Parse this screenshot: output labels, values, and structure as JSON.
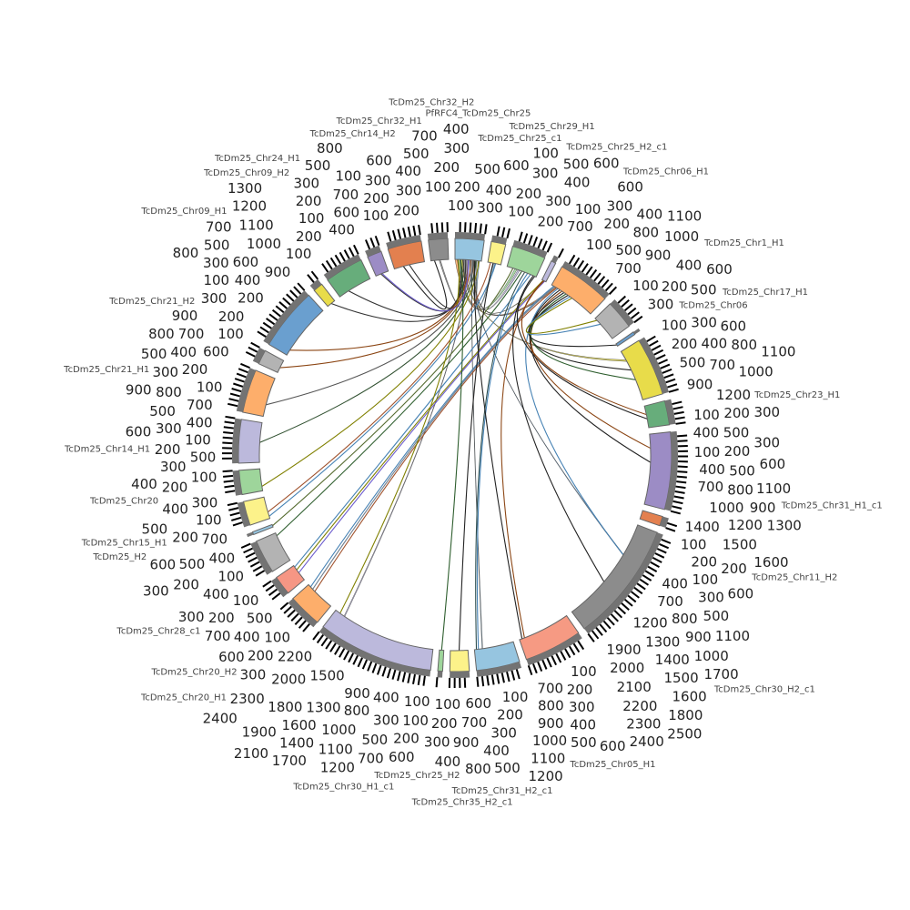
{
  "title": "Circos chromosome link diagram",
  "segments": [
    {
      "label": "PfRFC4_TcDm25_Chr25",
      "length": 600,
      "color": "#96c5e0"
    },
    {
      "label": "TcDm25_Chr25_c1",
      "length": 300,
      "color": "#fcf28a"
    },
    {
      "label": "TcDm25_Chr29_H1",
      "length": 700,
      "color": "#9ed59b"
    },
    {
      "label": "TcDm25_Chr25_H2_c1",
      "length": 100,
      "color": "#bcb9dc"
    },
    {
      "label": "TcDm25_Chr06_H1",
      "length": 1100,
      "color": "#fdae6b"
    },
    {
      "label": "TcDm25_Chr1_H1",
      "length": 600,
      "color": "#b3b3b3"
    },
    {
      "label": "TcDm25_Chr06",
      "length": 60,
      "color": "#6a9fcf"
    },
    {
      "label": "TcDm25_Chr17_H1",
      "length": 1200,
      "color": "#e8dc4a"
    },
    {
      "label": "TcDm25_Chr23_H1",
      "length": 500,
      "color": "#67ad7b"
    },
    {
      "label": "TcDm25_Chr31_H1_c1",
      "length": 1600,
      "color": "#9c8cc5"
    },
    {
      "label": "TcDm25_Chr11_H2",
      "length": 200,
      "color": "#e3804f"
    },
    {
      "label": "TcDm25_Chr30_H2_c1",
      "length": 2500,
      "color": "#8c8c8c"
    },
    {
      "label": "TcDm25_Chr05_H1",
      "length": 1200,
      "color": "#f69a83"
    },
    {
      "label": "TcDm25_Chr31_H2_c1",
      "length": 900,
      "color": "#96c5e0"
    },
    {
      "label": "TcDm25_Chr35_H2_c1",
      "length": 400,
      "color": "#fcf28a"
    },
    {
      "label": "TcDm25_Chr25_H2",
      "length": 100,
      "color": "#9ed59b"
    },
    {
      "label": "TcDm25_Chr30_H1_c1",
      "length": 2400,
      "color": "#bcb9dc"
    },
    {
      "label": "TcDm25_Chr20_H1",
      "length": 700,
      "color": "#fdae6b"
    },
    {
      "label": "TcDm25_Chr20_H2",
      "length": 400,
      "color": "#f69684"
    },
    {
      "label": "TcDm25_Chr28_c1",
      "length": 700,
      "color": "#b3b3b3"
    },
    {
      "label": "TcDm25_H2",
      "length": 60,
      "color": "#96c5e0"
    },
    {
      "label": "TcDm25_Chr15_H1",
      "length": 500,
      "color": "#fcf28a"
    },
    {
      "label": "TcDm25_Chr20",
      "length": 500,
      "color": "#9ed59b"
    },
    {
      "label": "TcDm25_Chr14_H1",
      "length": 900,
      "color": "#bcb9dc"
    },
    {
      "label": "TcDm25_Chr21_H1",
      "length": 900,
      "color": "#fdae6b"
    },
    {
      "label": "TcDm25_Chr21_H2",
      "length": 300,
      "color": "#b3b3b3"
    },
    {
      "label": "TcDm25_Chr09_H1",
      "length": 1300,
      "color": "#6a9fcf"
    },
    {
      "label": "TcDm25_Chr09_H2",
      "length": 200,
      "color": "#e8dc4a"
    },
    {
      "label": "TcDm25_Chr24_H1",
      "length": 800,
      "color": "#67ad7b"
    },
    {
      "label": "TcDm25_Chr14_H2",
      "length": 300,
      "color": "#9c8cc5"
    },
    {
      "label": "TcDm25_Chr32_H1",
      "length": 700,
      "color": "#e3804f"
    },
    {
      "label": "TcDm25_Chr32_H2",
      "length": 400,
      "color": "#8c8c8c"
    }
  ],
  "links": [
    [
      0,
      0.05,
      4,
      0.1,
      60,
      "#fdae6b"
    ],
    [
      0,
      0.15,
      2,
      0.3,
      50,
      "#9ed59b"
    ],
    [
      0,
      0.25,
      7,
      0.2,
      40,
      "#e8dc4a"
    ],
    [
      0,
      0.35,
      31,
      0.5,
      30,
      "#8c8c8c"
    ],
    [
      0,
      0.45,
      16,
      0.9,
      20,
      "#bcb9dc"
    ],
    [
      0,
      0.55,
      11,
      0.3,
      20,
      "#6a9fcf"
    ],
    [
      0,
      0.65,
      13,
      0.8,
      15,
      "#96c5e0"
    ],
    [
      1,
      0.5,
      0,
      0.9,
      30,
      "#96c5e0"
    ],
    [
      2,
      0.4,
      0,
      0.8,
      40,
      "#bcb9dc"
    ],
    [
      3,
      0.5,
      0,
      0.75,
      20,
      "#fcf28a"
    ],
    [
      4,
      0.1,
      0,
      0.7,
      20,
      "#fdae6b"
    ],
    [
      0,
      0.1,
      30,
      0.5,
      0,
      "#333"
    ],
    [
      0,
      0.2,
      29,
      0.4,
      0,
      "#333"
    ],
    [
      0,
      0.3,
      28,
      0.3,
      0,
      "#333"
    ],
    [
      0,
      0.4,
      27,
      0.5,
      0,
      "#333"
    ],
    [
      0,
      0.5,
      26,
      0.1,
      0,
      "#8b4513"
    ],
    [
      0,
      0.6,
      25,
      0.4,
      0,
      "#8b4513"
    ],
    [
      0,
      0.7,
      24,
      0.3,
      0,
      "#555"
    ],
    [
      0,
      0.8,
      23,
      0.5,
      0,
      "#2f4f2f"
    ],
    [
      0,
      0.9,
      22,
      0.2,
      0,
      "#808000"
    ],
    [
      1,
      0.2,
      21,
      0.3,
      0,
      "#a0522d"
    ],
    [
      1,
      0.6,
      21,
      0.1,
      0,
      "#4682b4"
    ],
    [
      2,
      0.2,
      20,
      0.5,
      0,
      "#556b2f"
    ],
    [
      2,
      0.5,
      19,
      0.9,
      0,
      "#2e5e2e"
    ],
    [
      2,
      0.8,
      18,
      0.9,
      0,
      "#4682b4"
    ],
    [
      3,
      0.3,
      18,
      0.7,
      0,
      "#808000"
    ],
    [
      3,
      0.7,
      18,
      0.5,
      0,
      "#6a5acd"
    ],
    [
      4,
      0.05,
      17,
      0.9,
      0,
      "#4682b4"
    ],
    [
      4,
      0.08,
      17,
      0.8,
      0,
      "#708090"
    ],
    [
      4,
      0.12,
      17,
      0.7,
      0,
      "#a0522d"
    ],
    [
      0,
      0.12,
      16,
      0.95,
      0,
      "#808000"
    ],
    [
      0,
      0.22,
      15,
      0.5,
      0,
      "#2e5e2e"
    ],
    [
      1,
      0.4,
      14,
      0.5,
      0,
      "#222"
    ],
    [
      2,
      0.6,
      13,
      0.95,
      0,
      "#2f4f4f"
    ],
    [
      2,
      0.7,
      13,
      0.9,
      0,
      "#4682b4"
    ],
    [
      3,
      0.5,
      12,
      0.9,
      0,
      "#8b4513"
    ],
    [
      0,
      0.75,
      12,
      0.95,
      0,
      "#222"
    ],
    [
      2,
      0.9,
      11,
      0.6,
      0,
      "#222"
    ],
    [
      4,
      0.15,
      11,
      0.3,
      0,
      "#4682b4"
    ],
    [
      4,
      0.2,
      9,
      0.4,
      0,
      "#222"
    ],
    [
      4,
      0.25,
      9,
      0.2,
      0,
      "#8b4513"
    ],
    [
      3,
      0.4,
      8,
      0.4,
      0,
      "#8b4513"
    ],
    [
      2,
      0.95,
      8,
      0.6,
      0,
      "#222"
    ],
    [
      4,
      0.3,
      7,
      0.4,
      0,
      "#222"
    ],
    [
      4,
      0.35,
      7,
      0.6,
      0,
      "#2e5e2e"
    ],
    [
      4,
      0.4,
      6,
      0.5,
      0,
      "#222"
    ],
    [
      4,
      0.45,
      5,
      0.3,
      0,
      "#4682b4"
    ],
    [
      4,
      0.5,
      5,
      0.1,
      0,
      "#808000"
    ],
    [
      30,
      0.3,
      31,
      0.2,
      0,
      "#222"
    ],
    [
      29,
      0.5,
      0,
      0.5,
      0,
      "#6a5acd"
    ]
  ]
}
